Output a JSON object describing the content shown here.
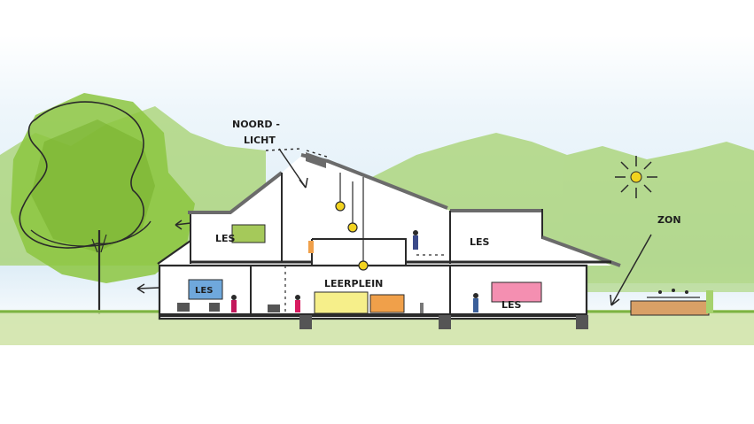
{
  "annotations": {
    "north_light_line1": "NOORD -",
    "north_light_line2": "LICHT",
    "sun": "ZON"
  },
  "rooms": {
    "les_upper_left": "LES",
    "les_upper_right": "LES",
    "les_lower_left": "LES",
    "les_lower_right": "LES",
    "leerplein": "LEERPLEIN"
  },
  "colors": {
    "sky": "#dcecf6",
    "foliage": "#9ccc65",
    "grass": "#b9d98a",
    "ground_line": "#7cb342",
    "outline": "#2a2a2a",
    "roof": "#6b6b6b",
    "lamp": "#f2d31f",
    "pink_panel": "#f48fb1",
    "blue_panel": "#6fa8dc",
    "green_panel": "#a5c95a",
    "yellow_panel": "#f6ef8a",
    "orange_panel": "#f0a04a",
    "planter": "#d9a066"
  }
}
